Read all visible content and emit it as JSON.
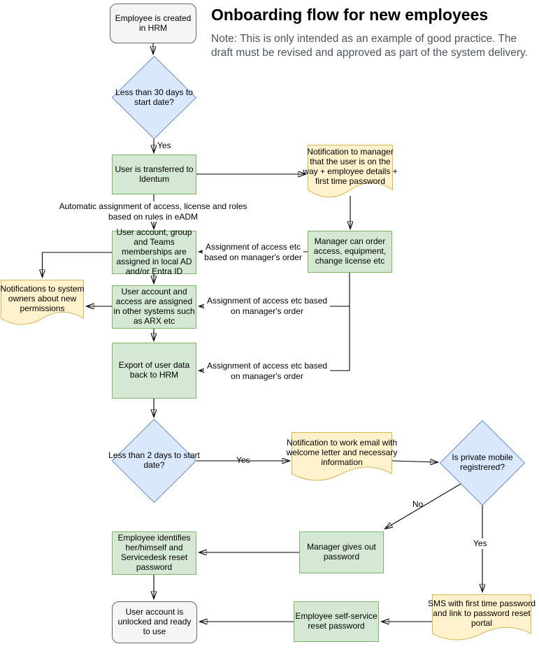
{
  "header": {
    "title": "Onboarding flow for new employees",
    "note": "Note: This is only intended as an example of good practice. The draft must be revised and approved as part of the system delivery."
  },
  "colors": {
    "process_fill": "#d5e8d4",
    "process_border": "#82b366",
    "decision_fill": "#dae8fc",
    "decision_border": "#6c8ebf",
    "note_fill": "#fff2cc",
    "note_border": "#d6b656",
    "terminator_fill": "#f5f5f5",
    "terminator_border": "#666666",
    "connector": "#000000"
  },
  "nodes": {
    "start": "Employee is created in HRM",
    "days30": "Less than 30 days to start date?",
    "identum": "User is transferred to Identum",
    "note_manager": "Notification to manager that the user is on the way + employee details + first time password",
    "manager_order": "Manager can order access, equipment, change license etc",
    "ad_assign": "User account, group and Teams memberships are assigned in local AD and/or Entra ID",
    "note_owners": "Notifications to system owners about new permissions",
    "arx_assign": "User account and access are assigned in other systems such as ARX etc",
    "export_hrm": "Export of user data back to HRM",
    "days2": "Less than 2 days to start date?",
    "note_email": "Notification to work email with welcome letter and necessary information",
    "mobile_registered": "Is private mobile registrered?",
    "manager_password": "Manager gives out password",
    "employee_identifies": "Employee identifies her/himself and Servicedesk reset password",
    "self_service": "Employee self-service reset password",
    "note_sms": "SMS with first time password and link to password reset portal",
    "end": "User account is unlocked and ready to use"
  },
  "edge_labels": {
    "yes_30": "Yes",
    "auto_assign": "Automatic assignment of access, license and roles based on rules in eADM",
    "assign_manager_1": "Assignment of access etc based on manager's order",
    "assign_manager_2": "Assignment of access etc based on manager's order",
    "assign_manager_3": "Assignment of access etc based on manager's order",
    "yes_2": "Yes",
    "no_mobile": "No",
    "yes_mobile": "Yes"
  }
}
